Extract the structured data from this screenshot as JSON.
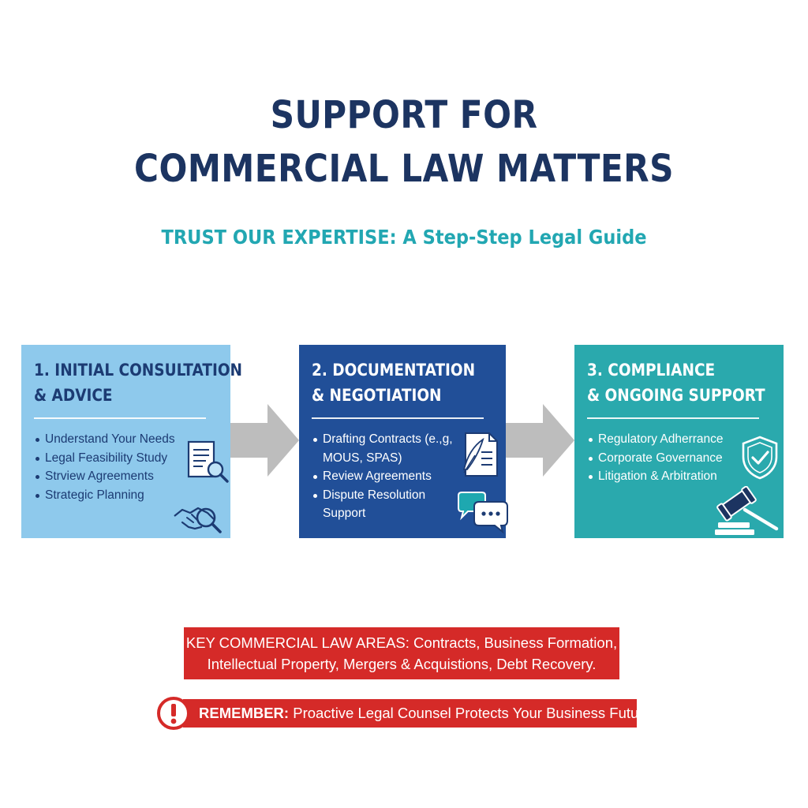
{
  "header": {
    "title_line1": "SUPPORT FOR",
    "title_line2": "COMMERCIAL LAW MATTERS",
    "subtitle": "TRUST OUR EXPERTISE: A Step-Step Legal Guide"
  },
  "steps": [
    {
      "title_line1": "1. INITIAL CONSULTATION",
      "title_line2": "& ADVICE",
      "items": [
        "Understand Your Needs",
        "Legal Feasibility Study",
        "Strview Agreements",
        "Strategic Planning"
      ],
      "icons": [
        "document-magnifier-icon",
        "handshake-magnifier-icon"
      ]
    },
    {
      "title_line1": "2. DOCUMENTATION",
      "title_line2": "& NEGOTIATION",
      "items": [
        "Drafting Contracts (e.,g, MOUS, SPAS)",
        "Review Agreements",
        "Dispute Resolution Support"
      ],
      "icons": [
        "quill-document-icon",
        "chat-bubbles-icon"
      ]
    },
    {
      "title_line1": "3. COMPLIANCE",
      "title_line2": "& ONGOING SUPPORT",
      "items": [
        "Regulatory Adherrance",
        "Corporate Governance",
        "Litigation & Arbitration"
      ],
      "icons": [
        "shield-check-icon",
        "gavel-icon"
      ]
    }
  ],
  "key_areas": {
    "line1": "KEY COMMERCIAL LAW AREAS: Contracts, Business Formation,",
    "line2": "Intellectual Property, Mergers & Acquistions, Debt Recovery."
  },
  "remember": {
    "label": "REMEMBER:",
    "text": " Proactive Legal Counsel Protects Your Business Future.",
    "icon": "exclamation-icon"
  },
  "colors": {
    "title": "#1c3461",
    "subtitle": "#22a7b2",
    "step1_bg": "#8ec9ec",
    "step2_bg": "#214f98",
    "step3_bg": "#2aa9ad",
    "arrow": "#bdbdbd",
    "banner": "#d52a28"
  }
}
